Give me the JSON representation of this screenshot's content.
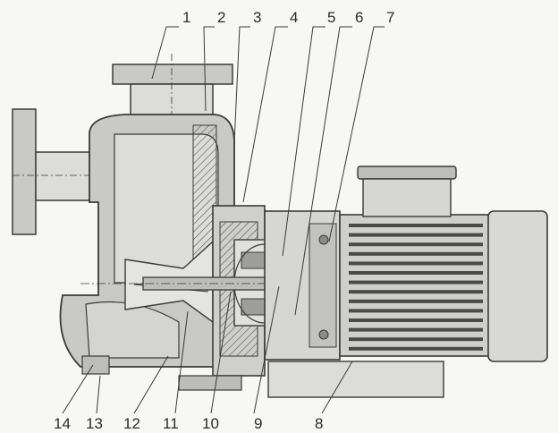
{
  "callouts": {
    "top": [
      "1",
      "2",
      "3",
      "4",
      "5",
      "6",
      "7"
    ],
    "bottom": [
      "14",
      "13",
      "12",
      "11",
      "10",
      "9",
      "8"
    ]
  },
  "colors": {
    "casing": "#c9c9c6",
    "casing_light": "#dcdcd9",
    "stroke": "#3a3a3a",
    "background": "#f7f7f5",
    "motor_fins": "#4a4a4a"
  },
  "icons": {
    "drawing": "centrifugal-pump-cross-section"
  }
}
